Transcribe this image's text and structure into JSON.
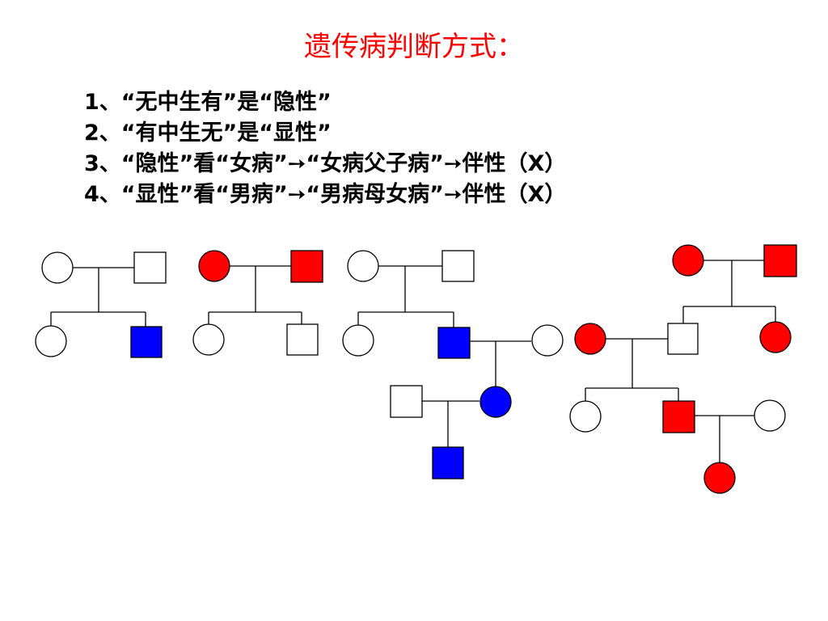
{
  "title": "遗传病判断方式：",
  "rules": [
    "1、“无中生有”是“隐性”",
    "2、“有中生无”是“显性”",
    "3、“隐性”看“女病”➙“女病父子病”➙伴性（X）",
    "4、“显性”看“男病”➙“男病母女病”➙伴性（X）"
  ],
  "colors": {
    "title": "#ff0000",
    "text": "#000000",
    "affected_red": "#ff0000",
    "affected_blue": "#0000ff",
    "unaffected": "#ffffff",
    "stroke": "#000000"
  },
  "legend_semantics": {
    "circle": "female",
    "square": "male"
  },
  "pedigrees": [
    {
      "id": "pedigree-1",
      "members": [
        {
          "id": "p1-mother",
          "sex": "female",
          "status": "unaffected"
        },
        {
          "id": "p1-father",
          "sex": "male",
          "status": "unaffected"
        },
        {
          "id": "p1-daughter",
          "sex": "female",
          "status": "unaffected"
        },
        {
          "id": "p1-son",
          "sex": "male",
          "status": "affected_blue"
        }
      ]
    },
    {
      "id": "pedigree-2",
      "members": [
        {
          "id": "p2-mother",
          "sex": "female",
          "status": "affected_red"
        },
        {
          "id": "p2-father",
          "sex": "male",
          "status": "affected_red"
        },
        {
          "id": "p2-daughter",
          "sex": "female",
          "status": "unaffected"
        },
        {
          "id": "p2-son",
          "sex": "male",
          "status": "unaffected"
        }
      ]
    },
    {
      "id": "pedigree-3",
      "members": [
        {
          "id": "p3-grandmother",
          "sex": "female",
          "status": "unaffected"
        },
        {
          "id": "p3-grandfather",
          "sex": "male",
          "status": "unaffected"
        },
        {
          "id": "p3-daughter",
          "sex": "female",
          "status": "unaffected"
        },
        {
          "id": "p3-son",
          "sex": "male",
          "status": "affected_blue"
        },
        {
          "id": "p3-son-spouse",
          "sex": "female",
          "status": "unaffected"
        },
        {
          "id": "p3-granddaughter",
          "sex": "female",
          "status": "affected_blue"
        },
        {
          "id": "p3-granddaughter-spouse",
          "sex": "male",
          "status": "unaffected"
        },
        {
          "id": "p3-great-grandson",
          "sex": "male",
          "status": "affected_blue"
        }
      ]
    },
    {
      "id": "pedigree-4",
      "members": [
        {
          "id": "p4-grandmother",
          "sex": "female",
          "status": "affected_red"
        },
        {
          "id": "p4-grandfather",
          "sex": "male",
          "status": "affected_red"
        },
        {
          "id": "p4-son",
          "sex": "male",
          "status": "unaffected"
        },
        {
          "id": "p4-daughter",
          "sex": "female",
          "status": "affected_red"
        },
        {
          "id": "p4-son-spouse",
          "sex": "female",
          "status": "affected_red"
        },
        {
          "id": "p4-granddaughter",
          "sex": "female",
          "status": "unaffected"
        },
        {
          "id": "p4-grandson",
          "sex": "male",
          "status": "affected_red"
        },
        {
          "id": "p4-grandson-spouse",
          "sex": "female",
          "status": "unaffected"
        },
        {
          "id": "p4-great-granddaughter",
          "sex": "female",
          "status": "affected_red"
        }
      ]
    }
  ]
}
